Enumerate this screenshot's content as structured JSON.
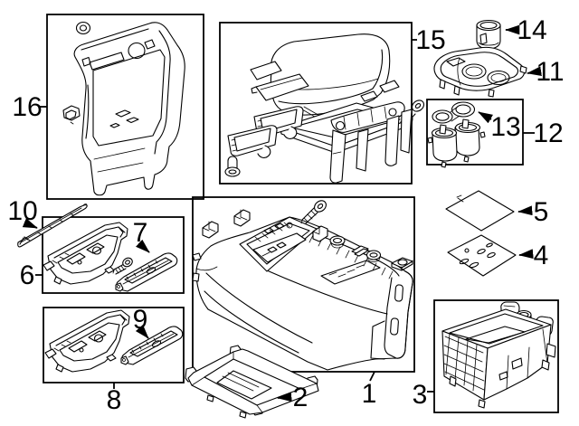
{
  "diagram": {
    "background_color": "#ffffff",
    "line_color": "#000000",
    "callouts": [
      "1",
      "2",
      "3",
      "4",
      "5",
      "6",
      "7",
      "8",
      "9",
      "10",
      "11",
      "12",
      "13",
      "14",
      "15",
      "16"
    ]
  }
}
